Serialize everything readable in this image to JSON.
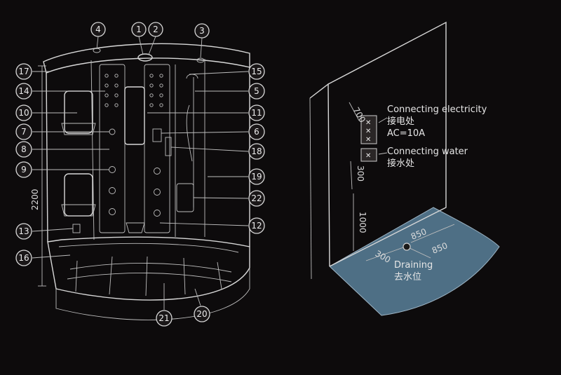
{
  "colors": {
    "background": "#0d0b0c",
    "line": "#d8d8d8",
    "floor": "#4e6f85",
    "text": "#e6e6e6"
  },
  "left_diagram": {
    "height_dimension": "2200",
    "callouts": [
      {
        "id": "c4",
        "number": "4"
      },
      {
        "id": "c1",
        "number": "1"
      },
      {
        "id": "c2",
        "number": "2"
      },
      {
        "id": "c3",
        "number": "3"
      },
      {
        "id": "c17",
        "number": "17"
      },
      {
        "id": "c14",
        "number": "14"
      },
      {
        "id": "c10",
        "number": "10"
      },
      {
        "id": "c7",
        "number": "7"
      },
      {
        "id": "c8",
        "number": "8"
      },
      {
        "id": "c9",
        "number": "9"
      },
      {
        "id": "c13",
        "number": "13"
      },
      {
        "id": "c16",
        "number": "16"
      },
      {
        "id": "c15",
        "number": "15"
      },
      {
        "id": "c5",
        "number": "5"
      },
      {
        "id": "c11",
        "number": "11"
      },
      {
        "id": "c6",
        "number": "6"
      },
      {
        "id": "c18",
        "number": "18"
      },
      {
        "id": "c19",
        "number": "19"
      },
      {
        "id": "c22",
        "number": "22"
      },
      {
        "id": "c12",
        "number": "12"
      },
      {
        "id": "c21",
        "number": "21"
      },
      {
        "id": "c20",
        "number": "20"
      }
    ]
  },
  "right_diagram": {
    "electricity_label_en": "Connecting electricity",
    "electricity_label_cn": "接电处",
    "electricity_spec": "AC=10A",
    "water_label_en": "Connecting water",
    "water_label_cn": "接水处",
    "drain_label_en": "Draining",
    "drain_label_cn": "去水位",
    "dim_700": "700",
    "dim_300_top": "300",
    "dim_1000": "1000",
    "dim_850_a": "850",
    "dim_850_b": "850",
    "dim_300_bottom": "300"
  }
}
